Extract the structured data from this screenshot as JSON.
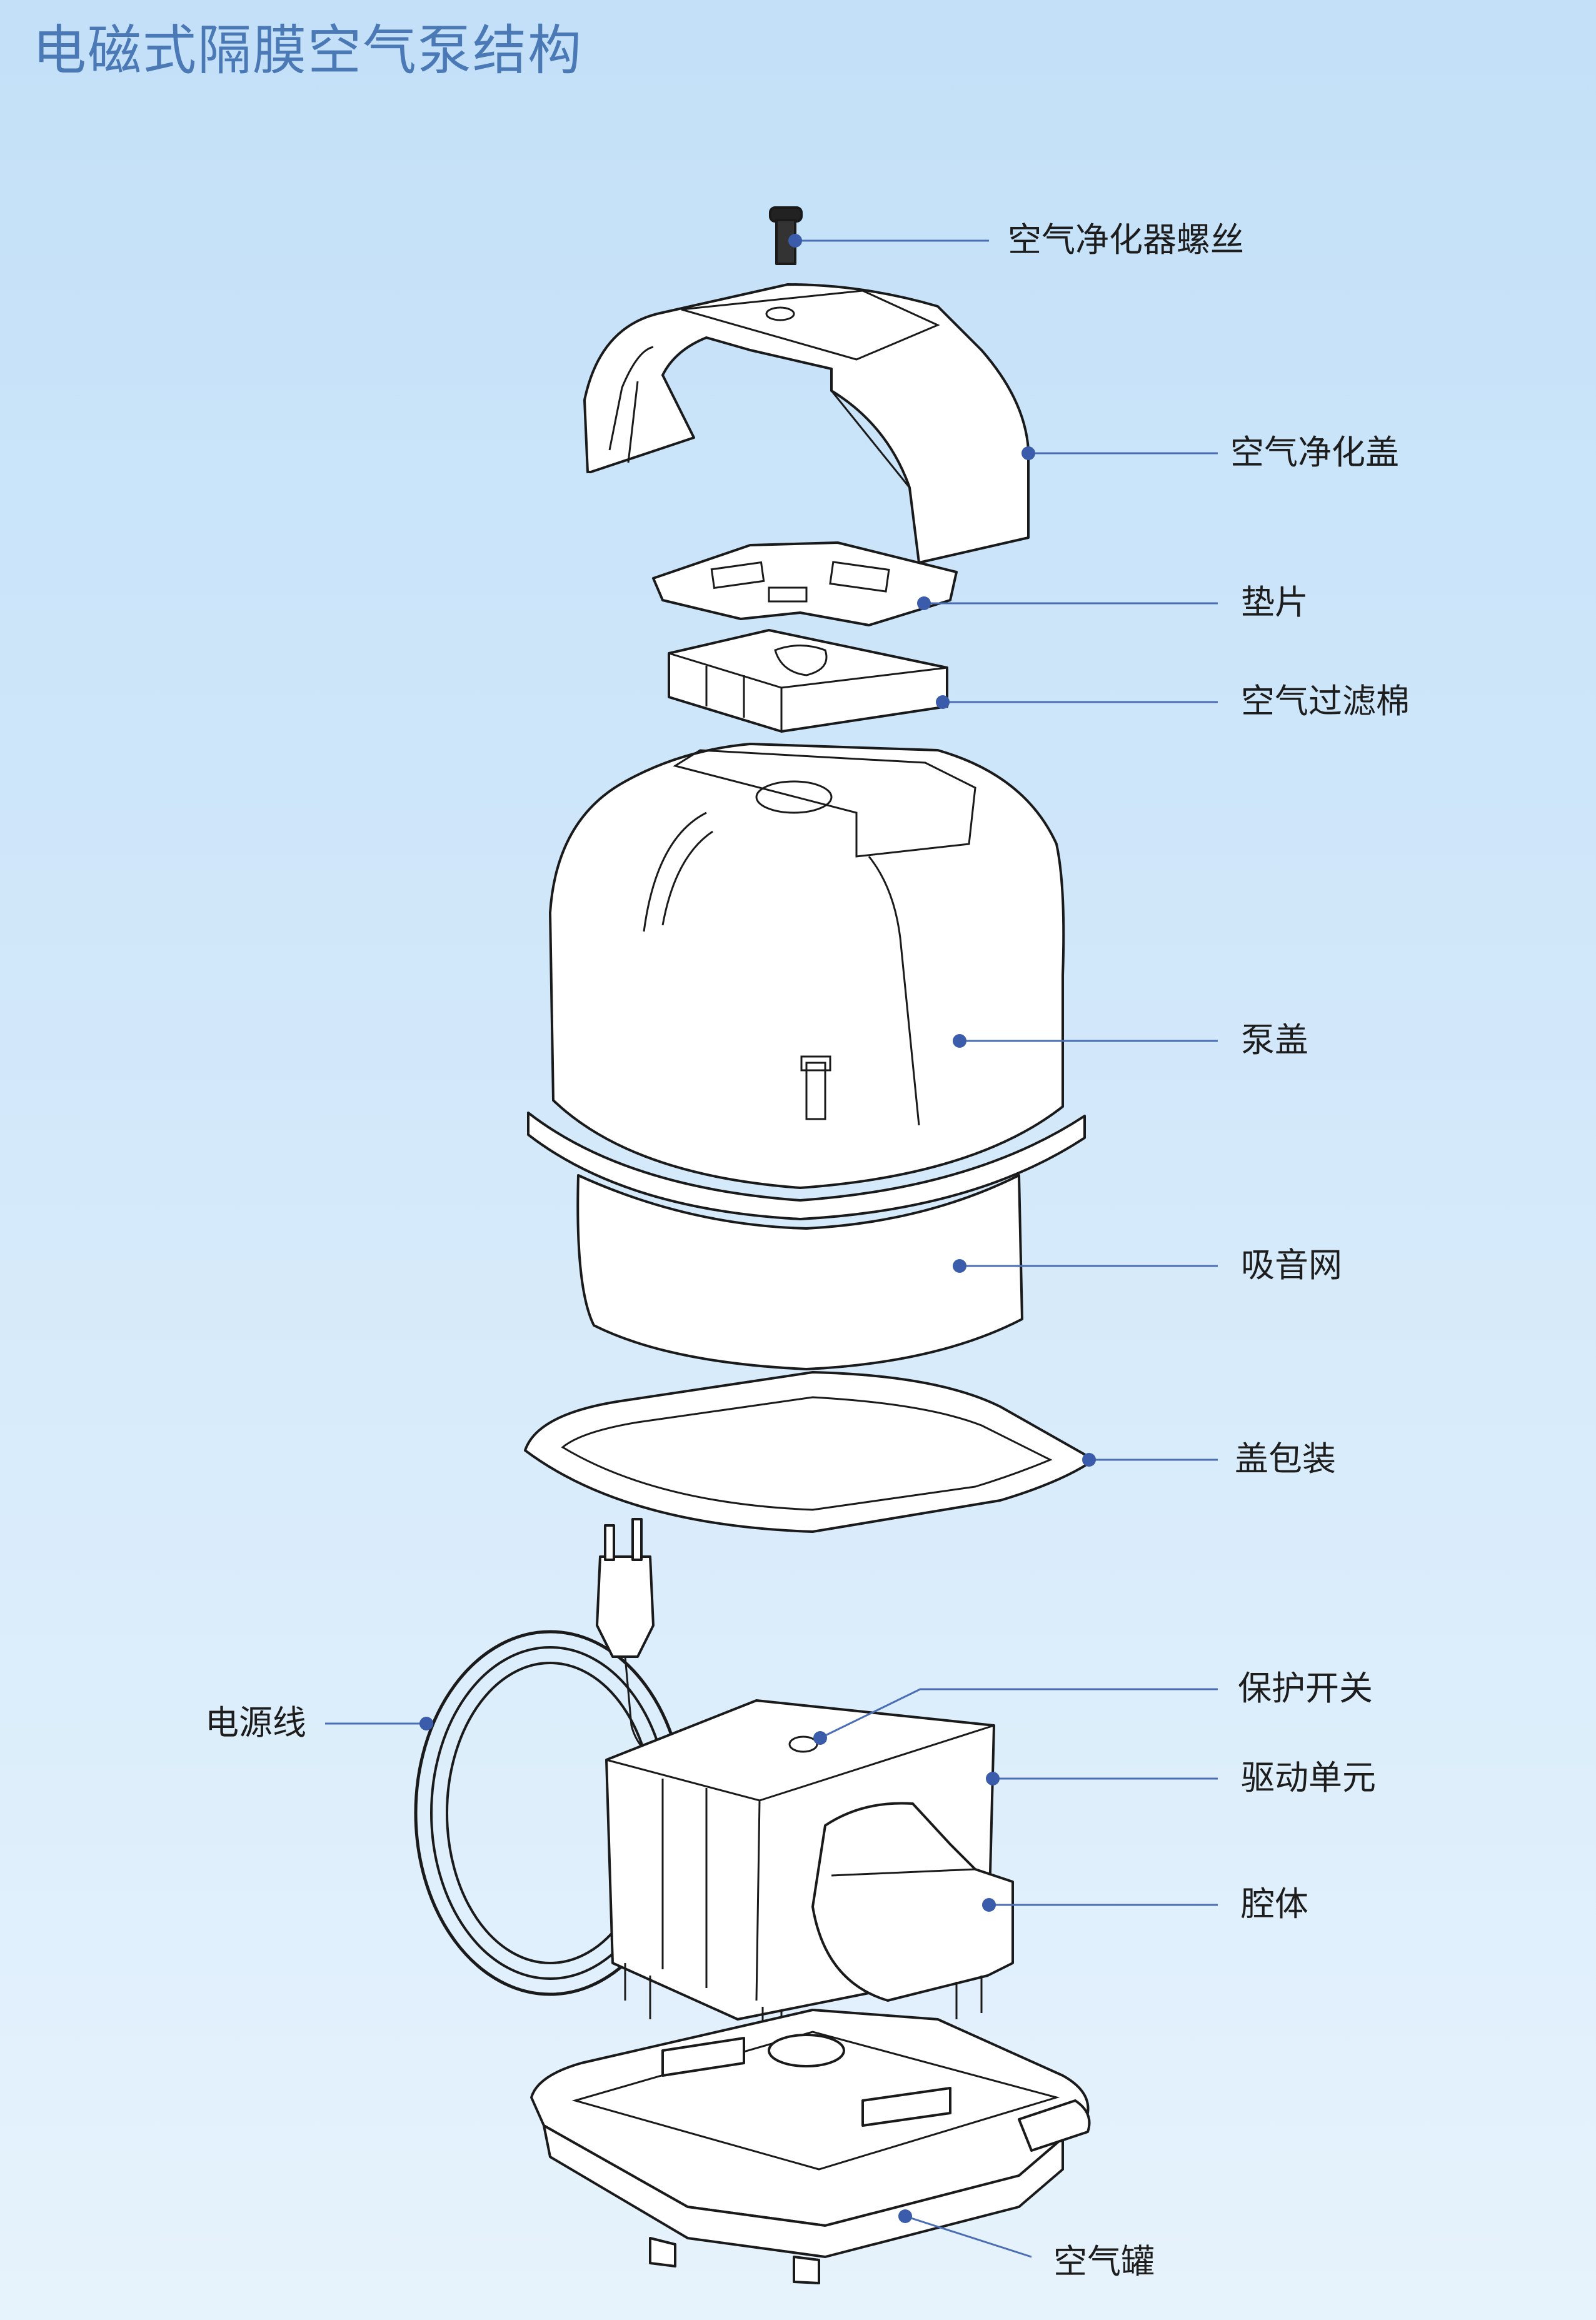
{
  "title": "电磁式隔膜空气泵结构",
  "labels": [
    {
      "id": "purifier-screw",
      "text": "空气净化器螺丝"
    },
    {
      "id": "purifier-cover",
      "text": "空气净化盖"
    },
    {
      "id": "gasket",
      "text": "垫片"
    },
    {
      "id": "air-filter",
      "text": "空气过滤棉"
    },
    {
      "id": "pump-cover",
      "text": "泵盖"
    },
    {
      "id": "sound-mesh",
      "text": "吸音网"
    },
    {
      "id": "cover-seal",
      "text": "盖包装"
    },
    {
      "id": "protect-switch",
      "text": "保护开关"
    },
    {
      "id": "drive-unit",
      "text": "驱动单元"
    },
    {
      "id": "chamber",
      "text": "腔体"
    },
    {
      "id": "power-cord",
      "text": "电源线"
    },
    {
      "id": "air-tank",
      "text": "空气罐"
    }
  ],
  "colors": {
    "accent": "#4a79b6",
    "leader": "#4a6db5",
    "dot": "#3a5cab"
  }
}
